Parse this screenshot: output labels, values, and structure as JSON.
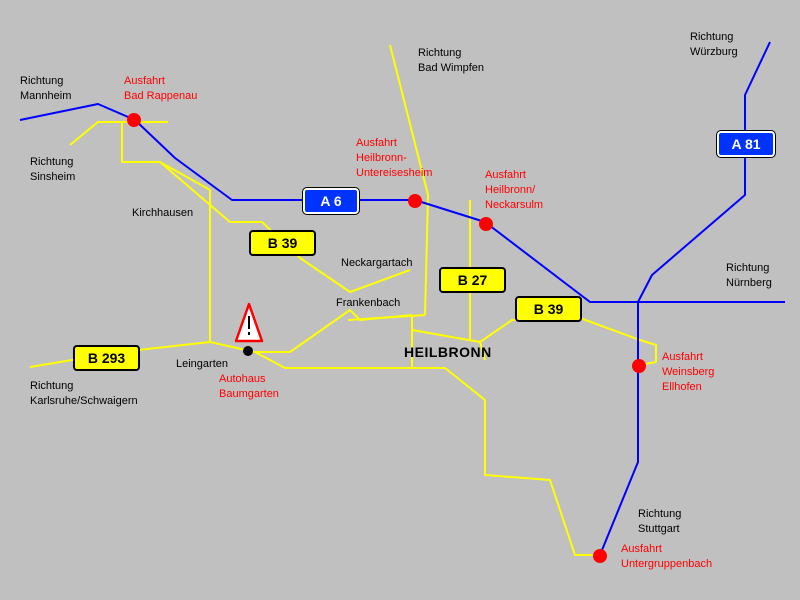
{
  "labels": {
    "mannheim": [
      "Richtung",
      "Mannheim"
    ],
    "sinsheim": [
      "Richtung",
      "Sinsheim"
    ],
    "bad_wimpfen": [
      "Richtung",
      "Bad Wimpfen"
    ],
    "wuerzburg": [
      "Richtung",
      "Würzburg"
    ],
    "nuernberg": [
      "Richtung",
      "Nürnberg"
    ],
    "karlsruhe": [
      "Richtung",
      "Karlsruhe/Schwaigern"
    ],
    "stuttgart": [
      "Richtung",
      "Stuttgart"
    ],
    "kirchhausen": "Kirchhausen",
    "neckargartach": "Neckargartach",
    "frankenbach": "Frankenbach",
    "leingarten": "Leingarten",
    "heilbronn": "HEILBRONN"
  },
  "exits": {
    "bad_rappenau": [
      "Ausfahrt",
      "Bad Rappenau"
    ],
    "untereisesheim": [
      "Ausfahrt",
      "Heilbronn-",
      "Untereisesheim"
    ],
    "neckarsulm": [
      "Ausfahrt",
      "Heilbronn/",
      "Neckarsulm"
    ],
    "weinsberg": [
      "Ausfahrt",
      "Weinsberg",
      "Ellhofen"
    ],
    "untergruppenbach": [
      "Ausfahrt",
      "Untergruppenbach"
    ]
  },
  "dealer": [
    "Autohaus",
    "Baumgarten"
  ],
  "shields": {
    "a6": "A 6",
    "a81": "A 81",
    "b39_west": "B 39",
    "b27": "B 27",
    "b39_east": "B 39",
    "b293": "B 293"
  },
  "colors": {
    "background": "#c0c0c0",
    "autobahn": "#0000ff",
    "bundesstrasse": "#ffff00",
    "exit": "#ff0000"
  }
}
